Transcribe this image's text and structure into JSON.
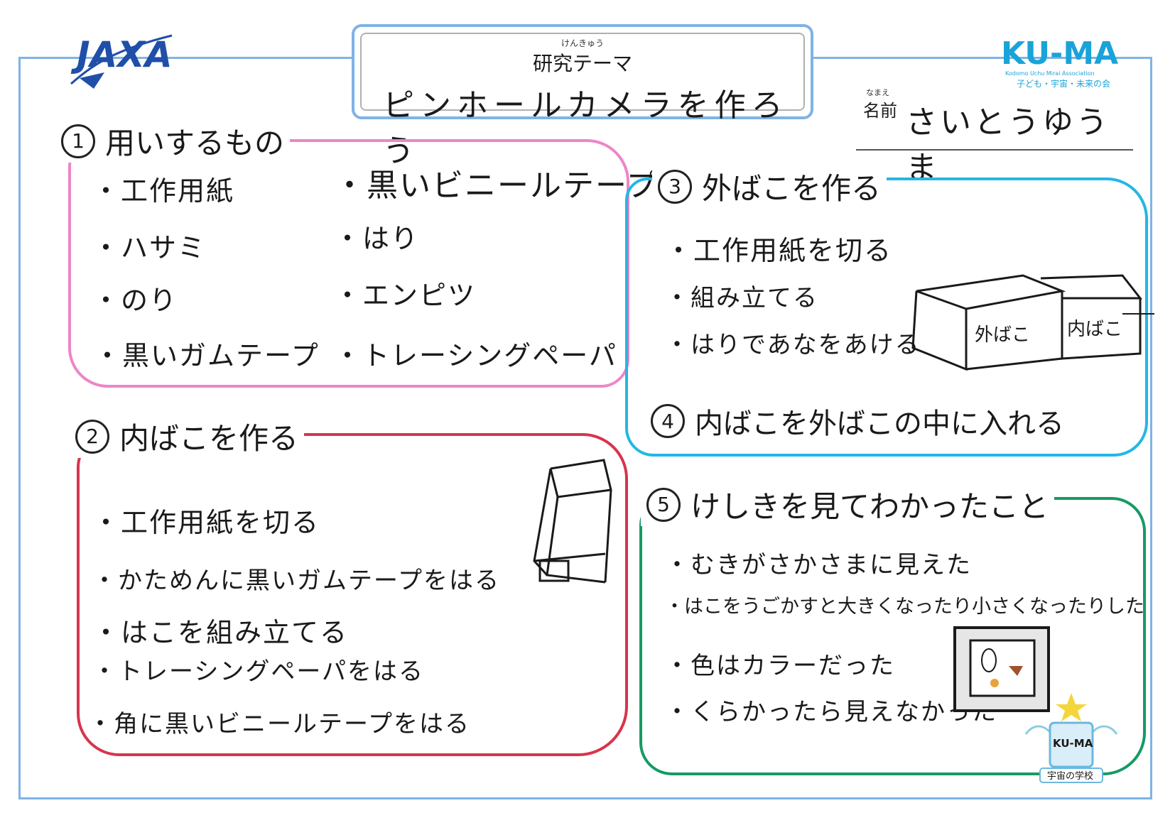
{
  "header": {
    "logo_left": "JAXA",
    "theme_ruby": "けんきゅう",
    "theme_label": "研究テーマ",
    "theme_title": "ピンホールカメラを作ろう",
    "logo_right": {
      "name": "KU-MA",
      "subtitle_en": "Kodomo Uchu Mirai Association",
      "subtitle_jp": "子ども・宇宙・未来の会"
    },
    "name_ruby": "なまえ",
    "name_label": "名前",
    "name_value": "さいとうゆうま"
  },
  "sections": {
    "s1": {
      "num": "1",
      "title": "用いするもの",
      "items": [
        "・工作用紙",
        "・黒いビニールテープ",
        "・ハサミ",
        "・はり",
        "・のり",
        "・エンピツ",
        "・黒いガムテープ",
        "・トレーシングペーパ"
      ]
    },
    "s2": {
      "num": "2",
      "title": "内ばこを作る",
      "items": [
        "・工作用紙を切る",
        "・かためんに黒いガムテープをはる",
        "・はこを組み立てる",
        "・トレーシングペーパをはる",
        "・角に黒いビニールテープをはる"
      ]
    },
    "s3": {
      "num": "3",
      "title": "外ばこを作る",
      "items": [
        "・工作用紙を切る",
        "・組み立てる",
        "・はりであなをあける"
      ],
      "drawing_labels": [
        "外ばこ",
        "内ばこ"
      ]
    },
    "s4": {
      "num": "4",
      "title": "内ばこを外ばこの中に入れる"
    },
    "s5": {
      "num": "5",
      "title": "けしきを見てわかったこと",
      "items": [
        "・むきがさかさまに見えた",
        "・はこをうごかすと大きくなったり小さくなったりした",
        "・色はカラーだった",
        "・くらかったら見えなかった"
      ]
    }
  },
  "badge": {
    "name": "KU-MA",
    "caption": "宇宙の学校"
  },
  "colors": {
    "frame": "#7fb3e6",
    "s1": "#ec86c9",
    "s2": "#d8344d",
    "s3": "#23b7e5",
    "s5": "#169a63",
    "jaxa": "#1f4fa8",
    "kuma": "#1aa3d8"
  }
}
